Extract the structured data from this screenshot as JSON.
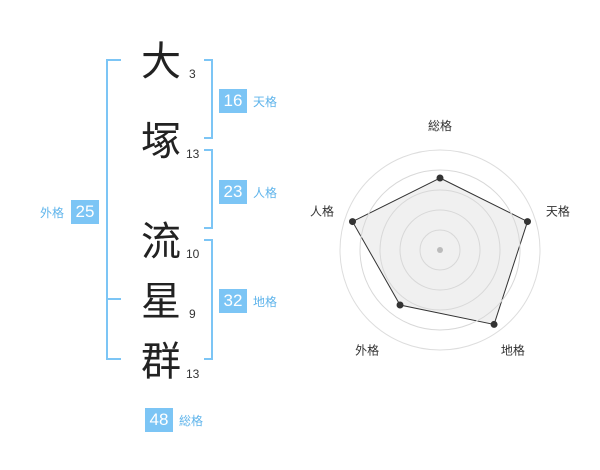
{
  "name_chars": [
    {
      "char": "大",
      "strokes": "3"
    },
    {
      "char": "塚",
      "strokes": "13"
    },
    {
      "char": "流",
      "strokes": "10"
    },
    {
      "char": "星",
      "strokes": "9"
    },
    {
      "char": "群",
      "strokes": "13"
    }
  ],
  "fortunes": {
    "tenkaku": {
      "label": "天格",
      "value": "16"
    },
    "jinkaku": {
      "label": "人格",
      "value": "23"
    },
    "chikaku": {
      "label": "地格",
      "value": "32"
    },
    "gaikaku": {
      "label": "外格",
      "value": "25"
    },
    "soukaku": {
      "label": "総格",
      "value": "48"
    }
  },
  "colors": {
    "accent": "#7cc5f5",
    "accent_text": "#5fb4eb",
    "bracket": "#7cc5f5"
  },
  "chart_data": {
    "type": "radar",
    "categories": [
      "総格",
      "天格",
      "地格",
      "外格",
      "人格"
    ],
    "values": [
      3.6,
      4.6,
      4.6,
      3.4,
      4.6
    ],
    "max": 5,
    "grid_rings": 5
  }
}
